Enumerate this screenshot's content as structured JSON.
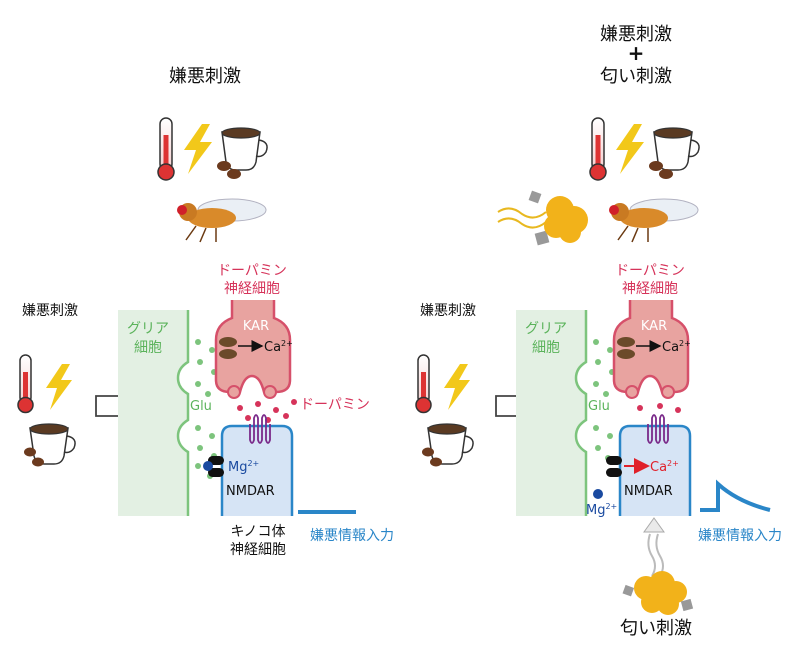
{
  "left_panel": {
    "title": "嫌悪刺激",
    "side_label": "嫌悪刺激",
    "glia_label_1": "グリア",
    "glia_label_2": "細胞",
    "dopamine_neuron_1": "ドーパミン",
    "dopamine_neuron_2": "神経細胞",
    "kar": "KAR",
    "ca": "Ca",
    "ca_sup": "2+",
    "glu": "Glu",
    "dopamine": "ドーパミン",
    "mg": "Mg",
    "mg_sup": "2+",
    "nmdar": "NMDAR",
    "kenyon_1": "キノコ体",
    "kenyon_2": "神経細胞",
    "aversive_input": "嫌悪情報入力"
  },
  "right_panel": {
    "title_1": "嫌悪刺激",
    "title_plus": "+",
    "title_2": "匂い刺激",
    "side_label": "嫌悪刺激",
    "glia_label_1": "グリア",
    "glia_label_2": "細胞",
    "dopamine_neuron_1": "ドーパミン",
    "dopamine_neuron_2": "神経細胞",
    "kar": "KAR",
    "ca": "Ca",
    "ca_sup": "2+",
    "glu": "Glu",
    "ca_in": "Ca",
    "ca_in_sup": "2+",
    "mg": "Mg",
    "mg_sup": "2+",
    "nmdar": "NMDAR",
    "aversive_input": "嫌悪情報入力",
    "odor_label": "匂い刺激"
  },
  "colors": {
    "glia": "#e3f0e3",
    "glia_border": "#7dc47d",
    "dopamine_fill": "#e8a3a0",
    "dopamine_border": "#d6506a",
    "kenyon_fill": "#d6e4f5",
    "kenyon_border": "#2a86c8",
    "green_text": "#5bb35b",
    "red_text": "#d6335a",
    "blue_text": "#2a86c8",
    "receptor_purple": "#7a2a8a"
  }
}
